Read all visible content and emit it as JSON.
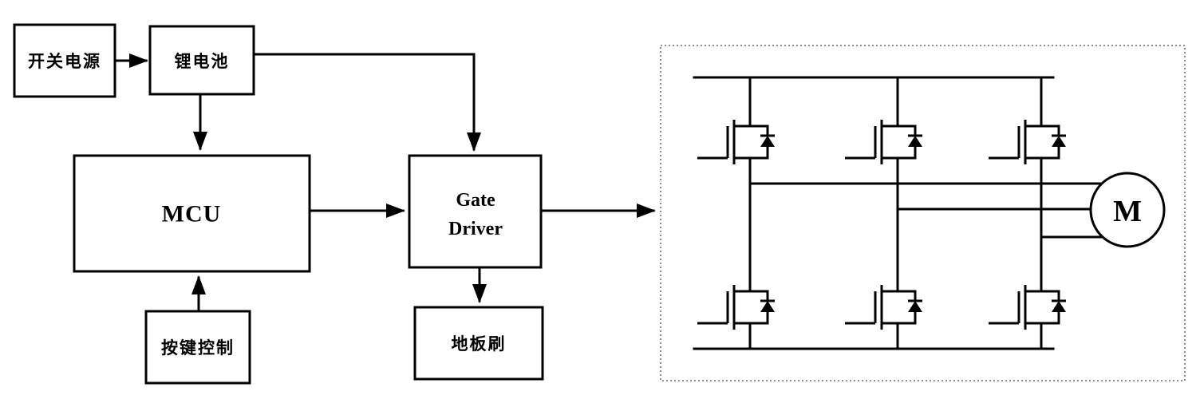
{
  "diagram": {
    "blocks": {
      "power_supply": {
        "label": "开关电源"
      },
      "battery": {
        "label": "锂电池"
      },
      "mcu": {
        "label": "MCU"
      },
      "button_control": {
        "label": "按键控制"
      },
      "gate_driver": {
        "label_line1": "Gate",
        "label_line2": "Driver"
      },
      "floor_brush": {
        "label": "地板刷"
      },
      "motor": {
        "label": "M"
      }
    },
    "inverter": {
      "type": "three-phase-bridge",
      "mosfet_count": 6,
      "legs": 3
    },
    "colors": {
      "line": "#000000",
      "background": "#ffffff"
    }
  }
}
